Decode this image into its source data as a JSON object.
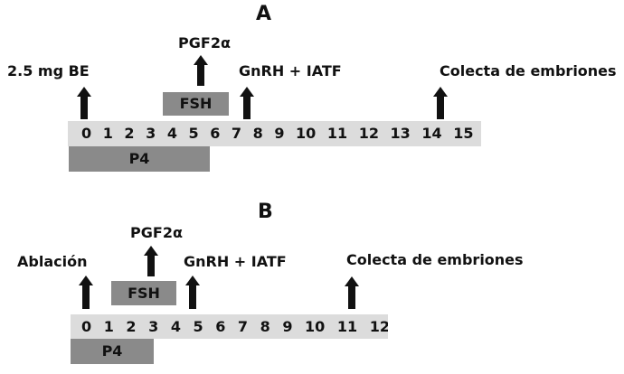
{
  "figure": {
    "colors": {
      "background": "#ffffff",
      "ink": "#111111",
      "box_gray": "#8a8a8a",
      "timeline_gray": "#dcdcdc"
    }
  },
  "panel_a": {
    "title": "A",
    "events": {
      "be": {
        "label": "2.5 mg BE",
        "day": 0
      },
      "pgf2a": {
        "label": "PGF2α",
        "day": 6
      },
      "gnrh": {
        "label": "GnRH + IATF",
        "day": 8
      },
      "colecta": {
        "label": "Colecta de embriones",
        "day": 15
      }
    },
    "fsh": {
      "label": "FSH",
      "day_start": 4,
      "day_end": 7
    },
    "p4": {
      "label": "P4",
      "day_start": 0,
      "day_end": 6
    },
    "timeline_days": "0 1 2 3 4 5 6 7 8 9 10 11 12 13 14 15"
  },
  "panel_b": {
    "title": "B",
    "events": {
      "ablacion": {
        "label": "Ablación",
        "day": 0
      },
      "pgf2a": {
        "label": "PGF2α",
        "day": 3
      },
      "gnrh": {
        "label": "GnRH + IATF",
        "day": 5
      },
      "colecta": {
        "label": "Colecta de embriones",
        "day": 12
      }
    },
    "fsh": {
      "label": "FSH",
      "day_start": 1,
      "day_end": 4
    },
    "p4": {
      "label": "P4",
      "day_start": 0,
      "day_end": 3
    },
    "timeline_days": "0 1 2 3 4 5 6 7 8 9 10 11 12"
  }
}
